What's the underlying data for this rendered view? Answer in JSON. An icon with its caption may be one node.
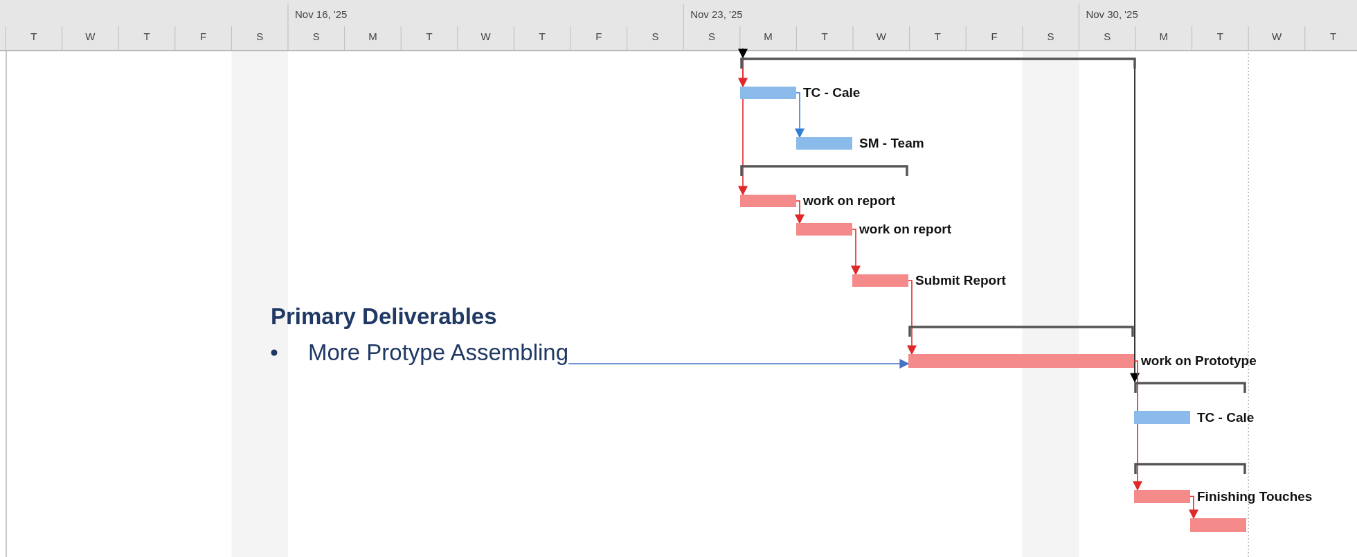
{
  "diagram": {
    "nodes": [
      {
        "text": [],
        "shape": "bracket"
      },
      {
        "text": [],
        "shape": "bar",
        "beside": [
          "TC - Cale"
        ]
      },
      {
        "text": [],
        "shape": "bar",
        "beside": [
          "SM - Team"
        ]
      },
      {
        "text": [],
        "shape": "bracket"
      },
      {
        "text": [],
        "shape": "bar",
        "beside": [
          "work on report"
        ]
      },
      {
        "text": [],
        "shape": "bar",
        "beside": [
          "work on report"
        ]
      },
      {
        "text": [],
        "shape": "bar",
        "beside": [
          "Submit Report"
        ]
      },
      {
        "text": [],
        "shape": "bracket"
      },
      {
        "text": [
          "Primary Deliverables",
          "More Protype Assembling"
        ]
      },
      {
        "text": [],
        "shape": "bar",
        "beside": [
          "work on Prototype"
        ]
      },
      {
        "text": [],
        "shape": "bracket"
      },
      {
        "text": [],
        "shape": "bar",
        "beside": [
          "TC - Cale"
        ]
      },
      {
        "text": [],
        "shape": "bracket"
      },
      {
        "text": [],
        "shape": "bar",
        "beside": [
          "Finishing Touches"
        ]
      },
      {
        "text": [],
        "shape": "bar"
      }
    ],
    "edges": [
      {
        "from": null,
        "to": 0,
        "arrow": "to",
        "color": "#000000"
      },
      {
        "from": 0,
        "to": 1,
        "arrow": "to"
      },
      {
        "from": 0,
        "to": 4,
        "arrow": "to"
      },
      {
        "from": 1,
        "to": 2,
        "arrow": "to",
        "color": "#2f7fd6"
      },
      {
        "from": 4,
        "to": 5,
        "arrow": "to"
      },
      {
        "from": 5,
        "to": 6,
        "arrow": "to"
      },
      {
        "from": 6,
        "to": 9,
        "arrow": "to"
      },
      {
        "from": 8,
        "to": 9,
        "arrow": "to",
        "color": "#4472c4"
      },
      {
        "from": 0,
        "to": 10,
        "arrow": "to",
        "color": "#000000"
      },
      {
        "from": 9,
        "to": 13,
        "arrow": "to"
      },
      {
        "from": 13,
        "to": 14,
        "arrow": "to"
      }
    ],
    "labels": [
      "Nov 16, '25",
      "Nov 23, '25",
      "Nov 30, '25",
      "T",
      "W",
      "T",
      "F",
      "S",
      "S",
      "M",
      "T",
      "W",
      "T",
      "F",
      "S",
      "S",
      "M",
      "T",
      "W",
      "T",
      "F",
      "S",
      "S",
      "M",
      "T",
      "W",
      "T"
    ]
  }
}
